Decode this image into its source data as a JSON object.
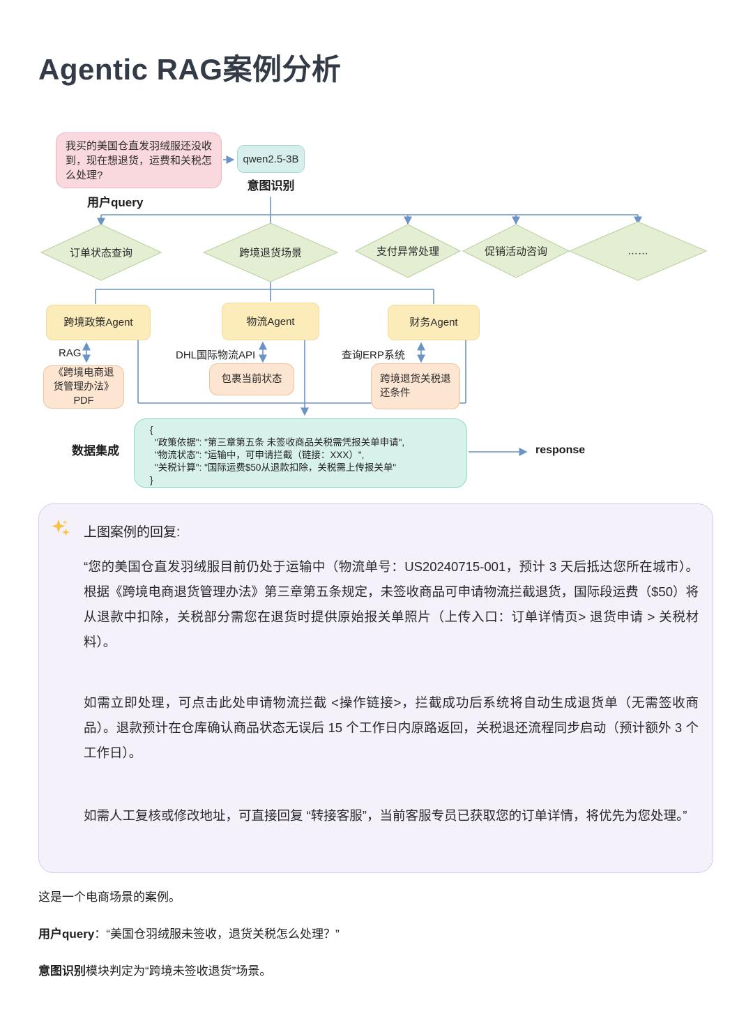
{
  "page": {
    "title": "Agentic RAG案例分析"
  },
  "flow": {
    "user_query_box": "我买的美国仓直发羽绒服还没收到，现在想退货，运费和关税怎么处理?",
    "user_query_label": "用户query",
    "intent_model": "qwen2.5-3B",
    "intent_label": "意图识别",
    "diamonds": [
      {
        "label": "订单状态查询"
      },
      {
        "label": "跨境退货场景"
      },
      {
        "label": "支付异常处理"
      },
      {
        "label": "促销活动咨询"
      },
      {
        "label": "……"
      }
    ],
    "agents": [
      {
        "label": "跨境政策Agent",
        "tool_label": "RAG",
        "resource": "《跨境电商退货管理办法》PDF"
      },
      {
        "label": "物流Agent",
        "tool_label": "DHL国际物流API",
        "resource": "包裹当前状态"
      },
      {
        "label": "财务Agent",
        "tool_label": "查询ERP系统",
        "resource": "跨境退货关税退还条件"
      }
    ],
    "data_integration_label": "数据集成",
    "json_box": {
      "lines": [
        "{",
        "\"政策依据\": \"第三章第五条 未签收商品关税需凭报关单申请\",",
        "\"物流状态\": \"运输中，可申请拦截（链接：XXX）\",",
        "\"关税计算\": \"国际运费$50从退款扣除，关税需上传报关单\"",
        "}"
      ]
    },
    "response_label": "response"
  },
  "reply_panel": {
    "icon": "sparkles-icon",
    "heading": "上图案例的回复:",
    "paragraphs": [
      "“您的美国仓直发羽绒服目前仍处于运输中（物流单号：US20240715-001，预计 3 天后抵达您所在城市）。根据《跨境电商退货管理办法》第三章第五条规定，未签收商品可申请物流拦截退货，国际段运费（$50）将从退款中扣除，关税部分需您在退货时提供原始报关单照片（上传入口：订单详情页> 退货申请 > 关税材料）。",
      "如需立即处理，可点击此处申请物流拦截 <操作链接>，拦截成功后系统将自动生成退货单（无需签收商品）。退款预计在仓库确认商品状态无误后 15 个工作日内原路返回，关税退还流程同步启动（预计额外 3 个工作日）。",
      "如需人工复核或修改地址，可直接回复 “转接客服”，当前客服专员已获取您的订单详情，将优先为您处理。”"
    ]
  },
  "footer": {
    "line1": "这是一个电商场景的案例。",
    "line2_bold": "用户query",
    "line2_rest": "：“美国仓羽绒服未签收，退货关税怎么处理？”",
    "line3_bold": "意图识别",
    "line3_rest": "模块判定为“跨境未签收退货”场景。"
  },
  "colors": {
    "connector_blue": "#6b93c5",
    "query_pink": "#f9d8de",
    "intent_cyan": "#d6efec",
    "diamond_green": "#e3eed2",
    "agent_yellow": "#fcecba",
    "resource_peach": "#fce5d1",
    "integration_teal": "#d8f1ea",
    "panel_lavender": "#f5f1fb"
  }
}
